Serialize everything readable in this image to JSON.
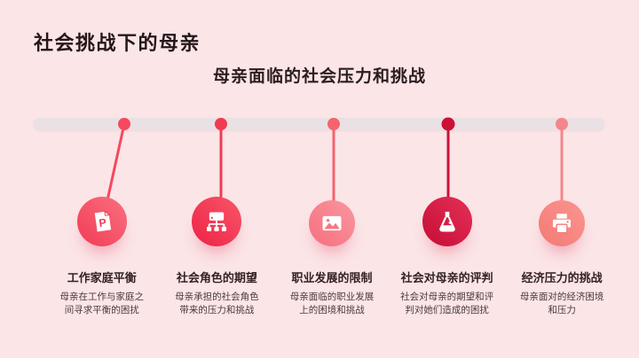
{
  "slide": {
    "title": "社会挑战下的母亲",
    "subtitle": "母亲面临的社会压力和挑战",
    "background_color": "#fbe5e7",
    "timeline_bar_color": "#e9e1e3",
    "title_color": "#241619",
    "milestones": [
      {
        "icon": "document-p-icon",
        "title": "工作家庭平衡",
        "desc": "母亲在工作与家庭之间寻求平衡的困扰",
        "circle_gradient": [
          "#fa7180",
          "#f23b56"
        ],
        "dot_color": "#f5495e"
      },
      {
        "icon": "org-chart-icon",
        "title": "社会角色的期望",
        "desc": "母亲承担的社会角色带来的压力和挑战",
        "circle_gradient": [
          "#f85668",
          "#ee2247"
        ],
        "dot_color": "#f23a50"
      },
      {
        "icon": "image-icon",
        "title": "职业发展的限制",
        "desc": "母亲面临的职业发展上的困境和挑战",
        "circle_gradient": [
          "#fa96a0",
          "#f76f7d"
        ],
        "dot_color": "#f6636e"
      },
      {
        "icon": "flask-icon",
        "title": "社会对母亲的评判",
        "desc": "社会对母亲的期望和评判对她们造成的困扰",
        "circle_gradient": [
          "#e43057",
          "#c50d35"
        ],
        "dot_color": "#cc1137"
      },
      {
        "icon": "printer-icon",
        "title": "经济压力的挑战",
        "desc": "母亲面对的经济困境和压力",
        "circle_gradient": [
          "#fa958f",
          "#f57a75"
        ],
        "dot_color": "#f4868b"
      }
    ]
  }
}
